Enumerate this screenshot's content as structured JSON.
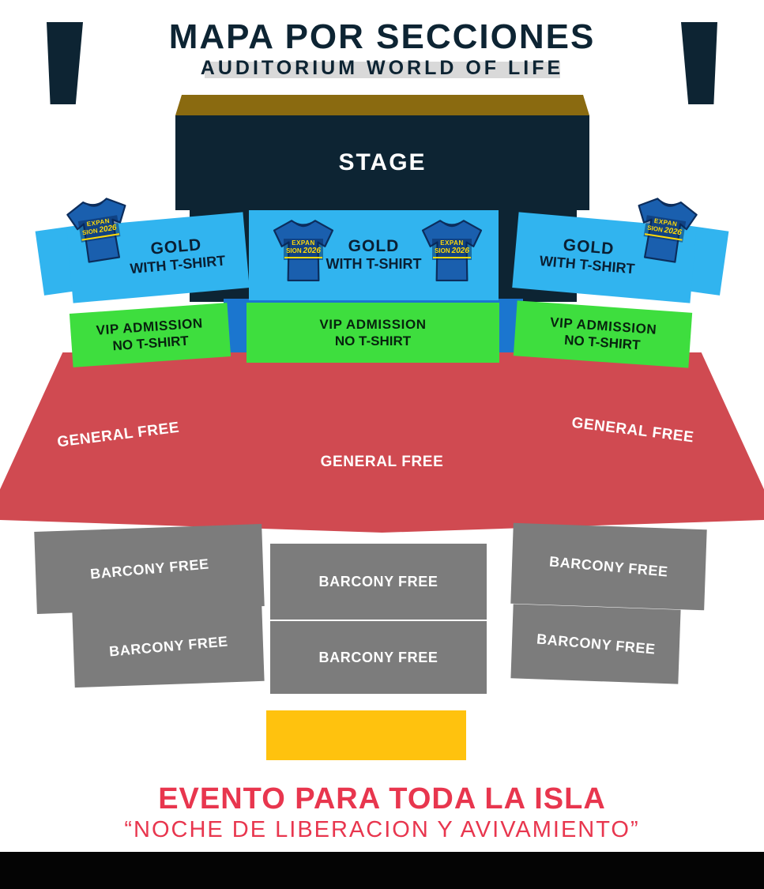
{
  "header": {
    "title": "MAPA POR SECCIONES",
    "subtitle": "AUDITORIUM WORLD OF LIFE"
  },
  "stage": {
    "label": "STAGE"
  },
  "sections": {
    "gold": {
      "title": "GOLD",
      "subtitle": "WITH T-SHIRT"
    },
    "vip": {
      "line1": "VIP ADMISSION",
      "line2": "NO T-SHIRT"
    },
    "general": {
      "label": "GENERAL FREE"
    },
    "balcony": {
      "label": "BARCONY FREE"
    }
  },
  "tshirt_logo": {
    "line1": "EXPAN",
    "line2": "SION",
    "year": "2026"
  },
  "footer": {
    "line1": "EVENTO PARA TODA LA ISLA",
    "line2": "“NOCHE DE LIBERACION Y AVIVAMIENTO”"
  },
  "colors": {
    "navy": "#0d2433",
    "stage_bar": "#8a6a10",
    "gold_section": "#31b4ef",
    "vip_section": "#3ede3e",
    "general_section": "#d04a51",
    "balcony_section": "#7c7c7c",
    "highlight_block": "#ffc20e",
    "footer_red": "#e8364e",
    "tshirt_blue": "#1a5fae"
  }
}
